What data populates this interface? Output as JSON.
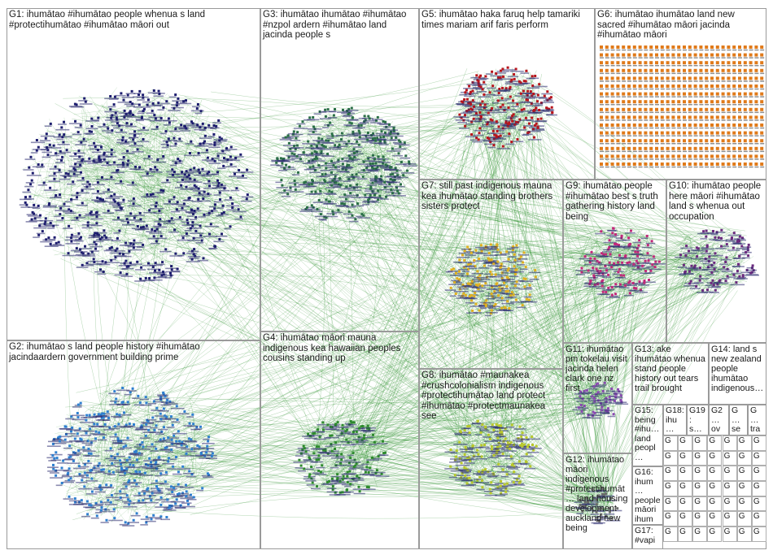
{
  "graph": {
    "edge_color": "#1f8a1f",
    "node_label_color": "#2b2b6f",
    "background": "#ffffff"
  },
  "groups": [
    {
      "id": "G1",
      "label": "G1: ihumātao #ihumātao people whenua s land #protectihumātao #ihumātao māori out",
      "color": "#1c1c6e"
    },
    {
      "id": "G2",
      "label": "G2: ihumātao s land people history #ihumātao jacindaardern government building prime",
      "color": "#2e7fd0"
    },
    {
      "id": "G3",
      "label": "G3: ihumātao ihumātao #ihumātao #nzpol ardern #ihumātao land jacinda people s",
      "color": "#2a6e46"
    },
    {
      "id": "G4",
      "label": "G4: ihumātao māori mauna indigenous kea hawaiian peoples cousins standing up",
      "color": "#2d8a2d"
    },
    {
      "id": "G5",
      "label": "G5: ihumātao haka faruq help tamariki times mariam arif faris perform",
      "color": "#b8141c"
    },
    {
      "id": "G6",
      "label": "G6: ihumātao ihumātao land new sacred #ihumātao māori jacinda #ihumātao māori",
      "color": "#e07a1a"
    },
    {
      "id": "G7",
      "label": "G7: still past indigenous mauna kea ihumātao standing brothers sisters protect",
      "color": "#e0b020"
    },
    {
      "id": "G8",
      "label": "G8: ihumātao #maunakea #crushcolonialism indigenous #protectihumātao land protect #ihumātao #protectmaunakea see",
      "color": "#b8c82a"
    },
    {
      "id": "G9",
      "label": "G9: ihumātao people #ihumātao best s truth gathering history land being",
      "color": "#c2287a"
    },
    {
      "id": "G10",
      "label": "G10: ihumātao people here māori #ihumātao land s whenua out occupation",
      "color": "#6a2a7e"
    },
    {
      "id": "G11",
      "label": "G11: ihumātao pm tokelau visit jacinda helen clark one nz first",
      "color": "#8a4ab0"
    },
    {
      "id": "G12",
      "label": "G12: ihumātao māori indigenous #protectihumāt… land housing development auckland new being",
      "color": "#6a6a6a"
    },
    {
      "id": "G13",
      "label": "G13: ake ihumātao whenua stand people history out tears trail brought",
      "color": "#5a5a5a"
    },
    {
      "id": "G14",
      "label": "G14: land s new zealand people ihumātao indigenous…",
      "color": "#5a5a5a"
    },
    {
      "id": "G15",
      "label": "G15: being #ihu… land peopl…",
      "color": "#5a5a5a"
    },
    {
      "id": "G16",
      "label": "G16: ihum… people māori ihum…",
      "color": "#5a5a5a"
    },
    {
      "id": "G17",
      "label": "G17: #vapi…",
      "color": "#5a5a5a"
    },
    {
      "id": "G18",
      "label": "G18: ihu…",
      "color": "#5a5a5a"
    },
    {
      "id": "G19",
      "label": "G19: s…",
      "color": "#5a5a5a"
    },
    {
      "id": "G20",
      "label": "G2… ov…",
      "color": "#5a5a5a"
    },
    {
      "id": "G21",
      "label": "G… se…",
      "color": "#5a5a5a"
    },
    {
      "id": "G22",
      "label": "G… tra…",
      "color": "#5a5a5a"
    }
  ],
  "small_groups_label": "G"
}
